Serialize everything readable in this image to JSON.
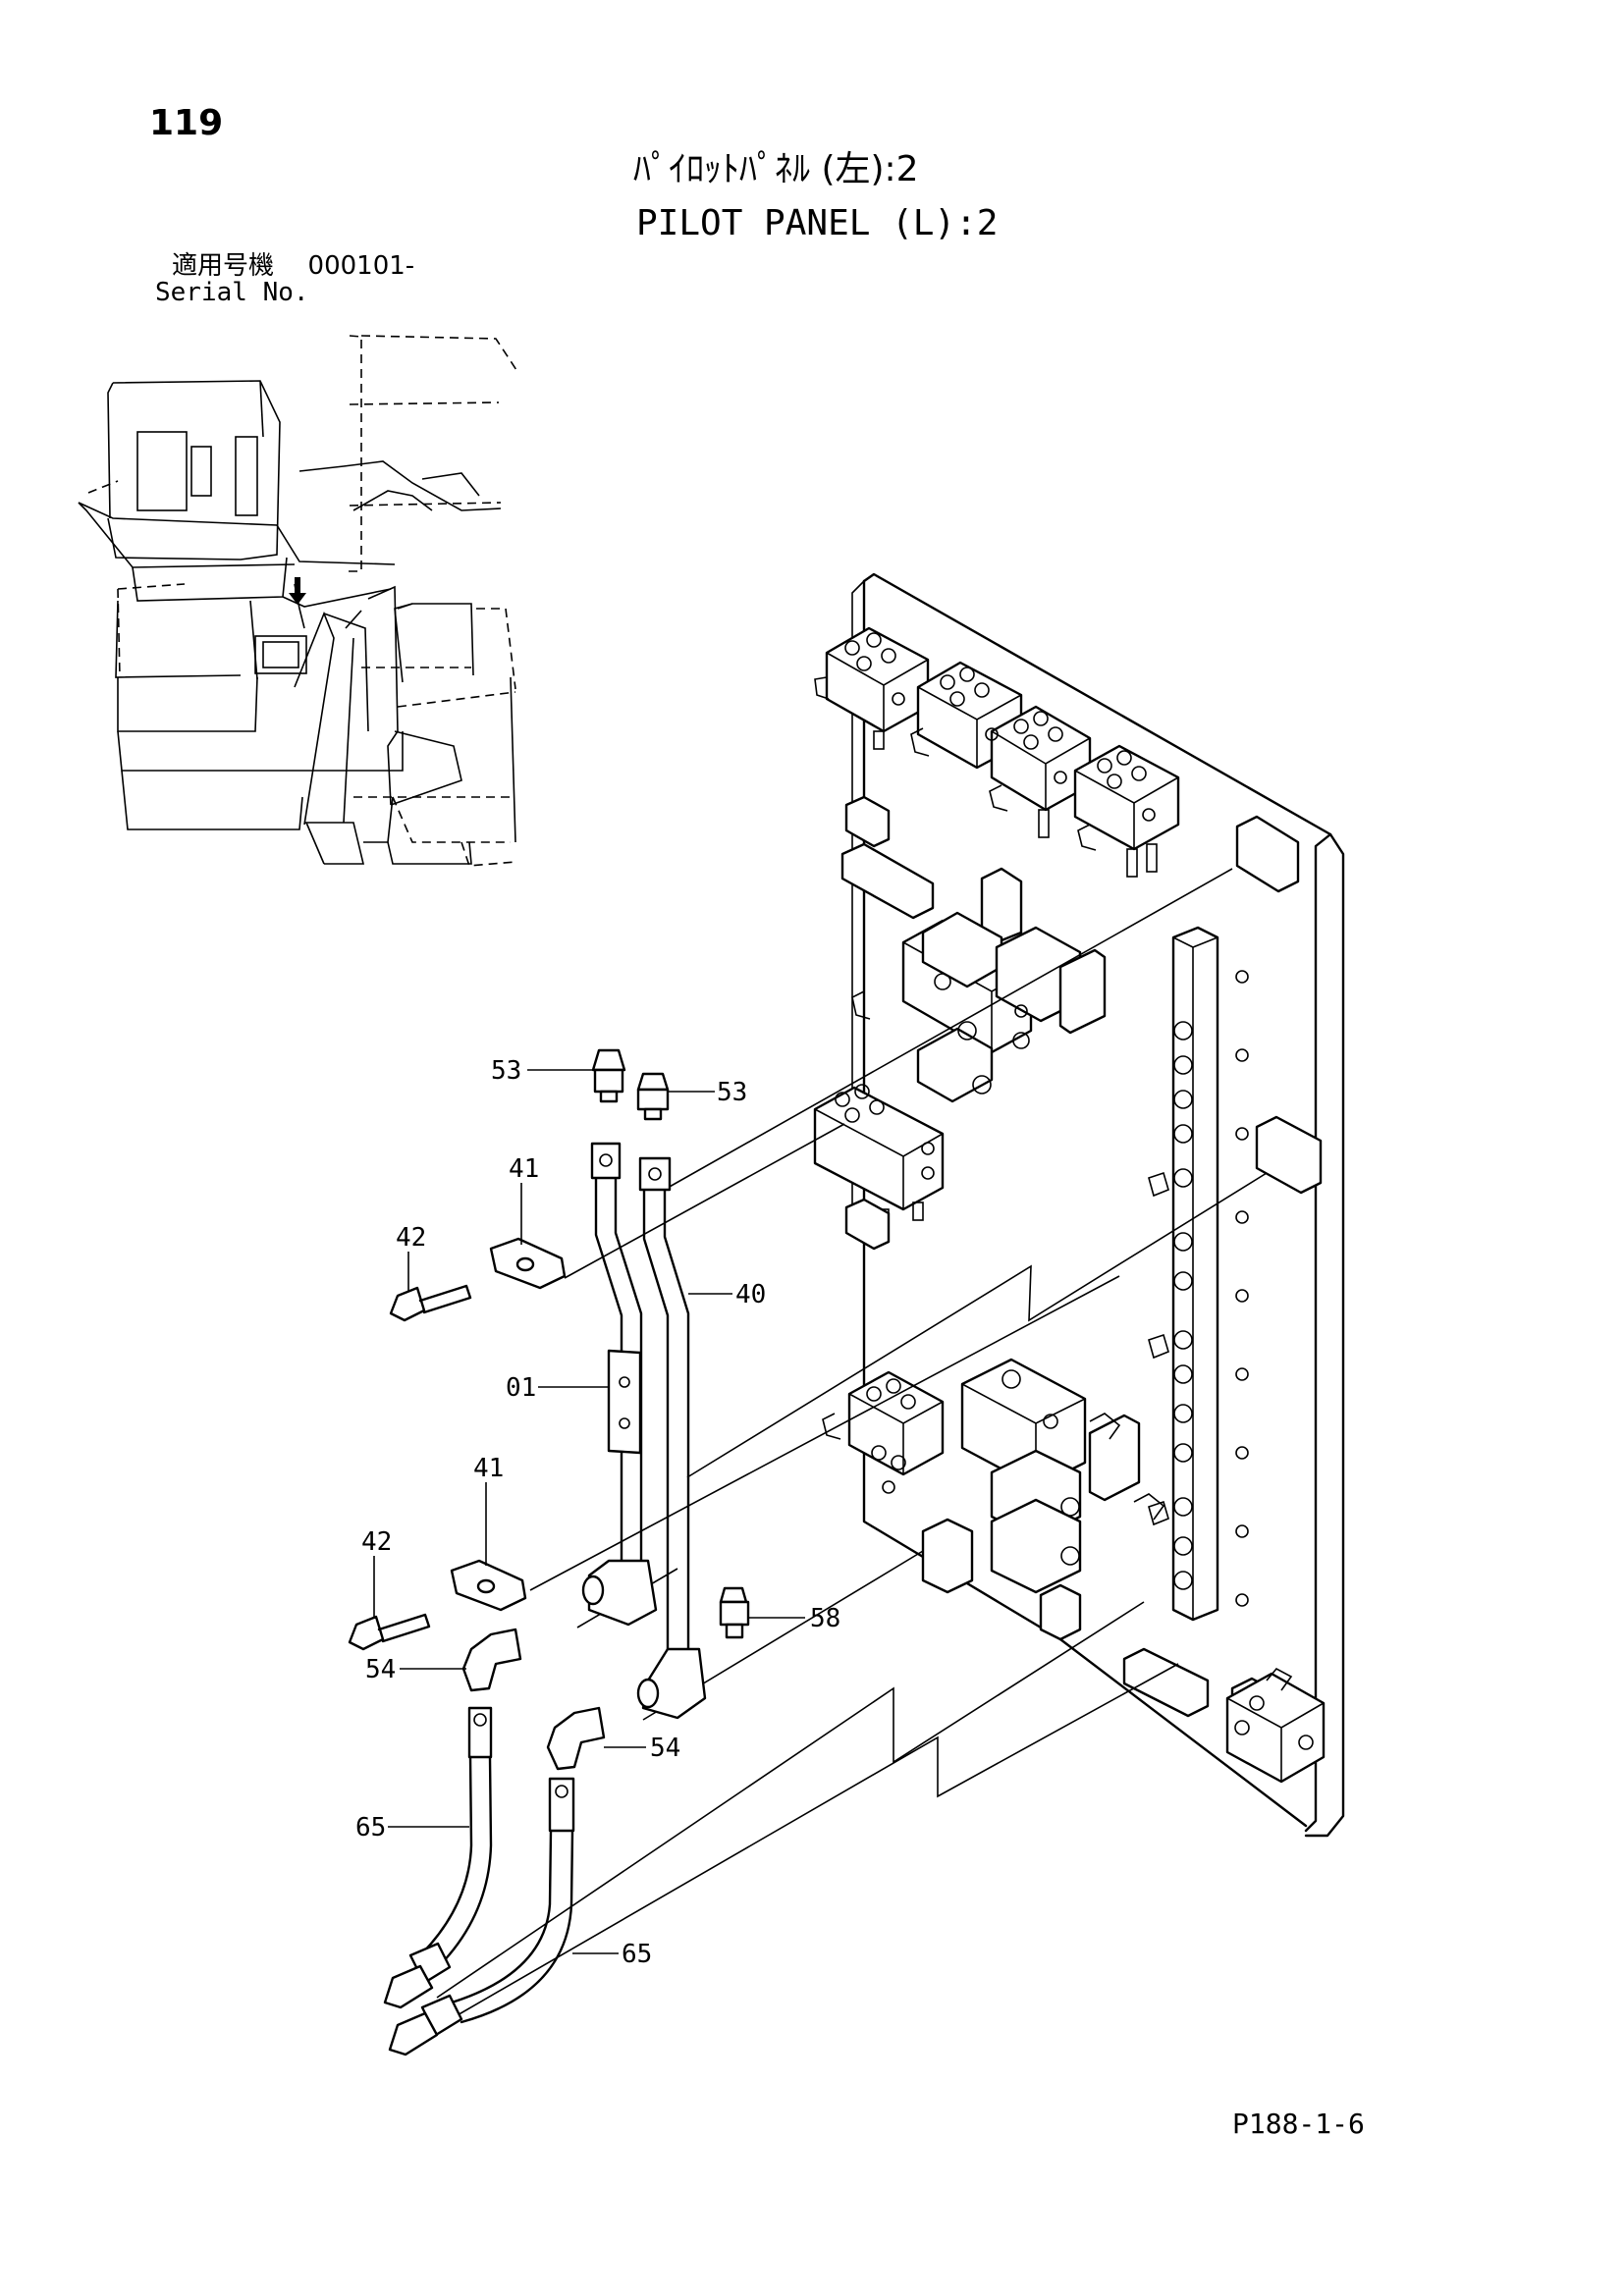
{
  "page_number": "119",
  "title": {
    "japanese": "ﾊﾟｲﾛｯﾄﾊﾟﾈﾙ (左):2",
    "english": "PILOT PANEL (L):2"
  },
  "serial": {
    "label_jp": "適用号機",
    "value": "000101-",
    "label_en": "Serial No."
  },
  "callouts": [
    {
      "id": "53-left",
      "number": "53"
    },
    {
      "id": "53-right",
      "number": "53"
    },
    {
      "id": "41-upper",
      "number": "41"
    },
    {
      "id": "42-upper",
      "number": "42"
    },
    {
      "id": "40",
      "number": "40"
    },
    {
      "id": "01",
      "number": "01"
    },
    {
      "id": "41-lower",
      "number": "41"
    },
    {
      "id": "42-lower",
      "number": "42"
    },
    {
      "id": "58",
      "number": "58"
    },
    {
      "id": "54-left",
      "number": "54"
    },
    {
      "id": "54-right",
      "number": "54"
    },
    {
      "id": "65-left",
      "number": "65"
    },
    {
      "id": "65-right",
      "number": "65"
    }
  ],
  "footer": "P188-1-6"
}
